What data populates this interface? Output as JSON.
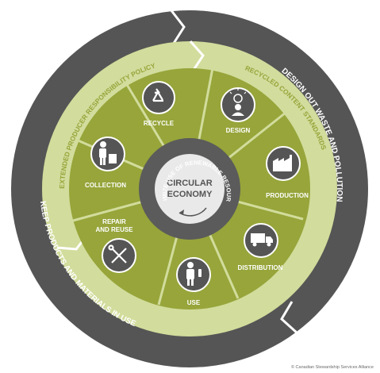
{
  "center": {
    "line1": "CIRCULAR",
    "line2": "ECONOMY",
    "ring_text": "MAXIMIZE USE OF RENEWABLE RESOURCES"
  },
  "stages": {
    "recycle": "RECYCLE",
    "design": "DESIGN",
    "production": "PRODUCTION",
    "distribution": "DISTRIBUTION",
    "use": "USE",
    "repair_line1": "REPAIR",
    "repair_line2": "AND REUSE",
    "collection": "COLLECTION"
  },
  "policy_ring": {
    "left": "EXTENDED PRODUCER RESPONSIBILITY POLICY",
    "right": "RECYCLED CONTENT STANDARDS"
  },
  "outer_ring": {
    "right": "DESIGN OUT WASTE AND POLLUTION",
    "left": "KEEP PRODUCTS AND MATERIALS IN USE"
  },
  "credit": "© Canadian Stewardship Services Alliance",
  "icons": [
    "recycle-icon",
    "lightbulb-person-icon",
    "factory-icon",
    "truck-icon",
    "person-bottle-icon",
    "tools-icon",
    "person-bin-icon"
  ],
  "colors": {
    "outer_ring": "#555555",
    "policy_ring": "#d2dc9c",
    "stage_fill": "#97a53a",
    "stage_alt": "#a8b347",
    "icon_circle": "#555555",
    "center": "#e9e9e9",
    "center_ring": "#5b5b5b"
  }
}
